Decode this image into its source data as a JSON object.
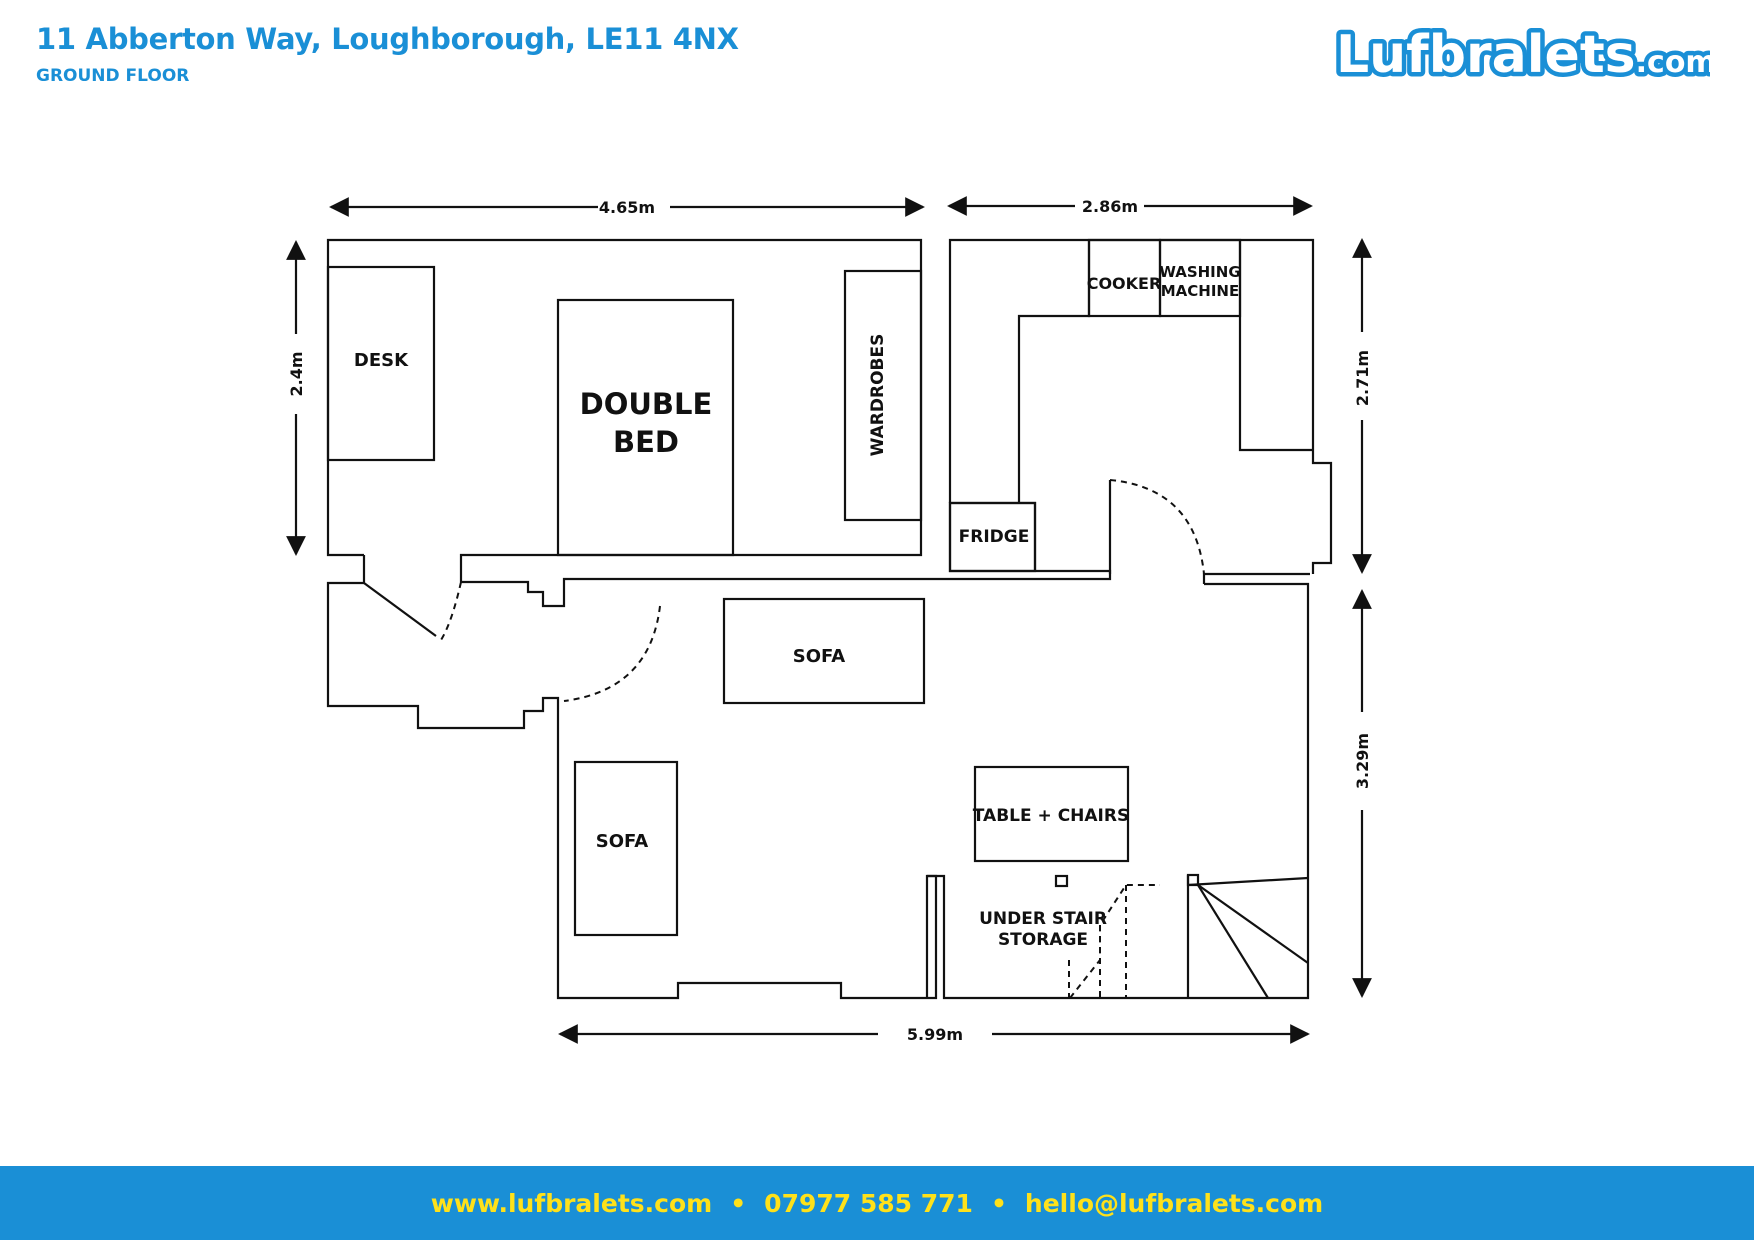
{
  "header": {
    "address": "11 Abberton Way, Loughborough, LE11 4NX",
    "floor": "GROUND FLOOR"
  },
  "logo": {
    "text": "Lufbralets",
    "suffix": ".com"
  },
  "dimensions": {
    "top_left": "4.65m",
    "top_right": "2.86m",
    "left": "2.4m",
    "right_upper": "2.71m",
    "right_lower": "3.29m",
    "bottom": "5.99m"
  },
  "rooms": {
    "desk": "DESK",
    "bed_line1": "DOUBLE",
    "bed_line2": "BED",
    "wardrobes": "WARDROBES",
    "cooker": "COOKER",
    "washing_line1": "WASHING",
    "washing_line2": "MACHINE",
    "fridge": "FRIDGE",
    "sofa_top": "SOFA",
    "sofa_left": "SOFA",
    "table": "TABLE + CHAIRS",
    "storage_line1": "UNDER STAIR",
    "storage_line2": "STORAGE"
  },
  "footer": {
    "website": "www.lufbralets.com",
    "phone": "07977 585 771",
    "email": "hello@lufbralets.com",
    "separator": "•"
  },
  "colors": {
    "brand_blue": "#1a8fd6",
    "footer_text": "#ffe11a",
    "line": "#111111"
  }
}
